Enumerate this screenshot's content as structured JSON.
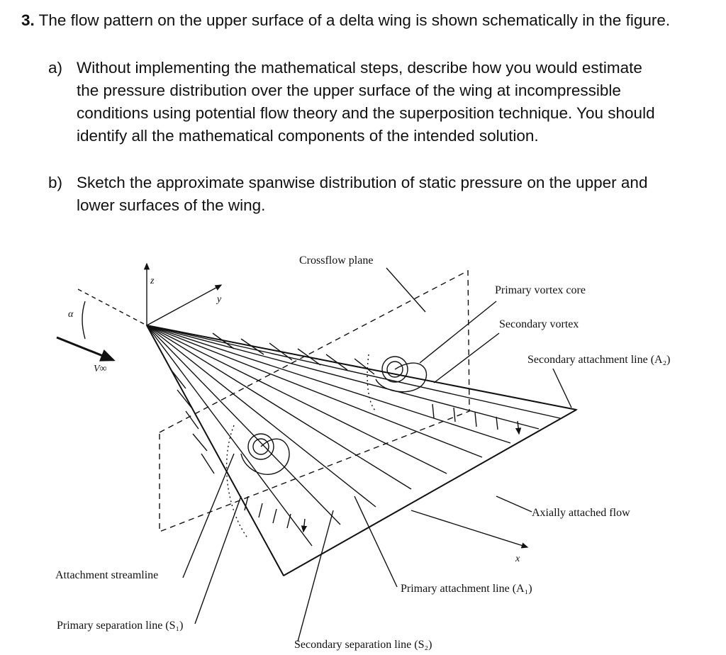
{
  "question": {
    "number": "3.",
    "text": "The flow pattern on the upper surface of a delta wing is shown schematically in the figure."
  },
  "parts": [
    {
      "label": "a)",
      "text": "Without implementing the mathematical steps, describe how you would estimate the pressure distribution over the upper surface of the wing at incompressible conditions using potential flow theory and the superposition technique.  You should identify all the mathematical components of the intended solution."
    },
    {
      "label": "b)",
      "text": "Sketch the approximate spanwise distribution of static pressure on the upper and lower surfaces of the wing."
    }
  ],
  "figure": {
    "labels": {
      "crossflow_plane": "Crossflow plane",
      "primary_vortex_core": "Primary vortex core",
      "secondary_vortex": "Secondary vortex",
      "secondary_attachment_line": "Secondary attachment line (A₂)",
      "axially_attached_flow": "Axially attached flow",
      "attachment_streamline": "Attachment streamline",
      "primary_attachment_line": "Primary attachment line (A₁)",
      "primary_separation_line": "Primary separation line (S₁)",
      "secondary_separation_line": "Secondary separation line (S₂)"
    },
    "axes": {
      "z": "z",
      "y": "y",
      "x": "x",
      "alpha": "α",
      "v_inf": "V∞"
    }
  }
}
